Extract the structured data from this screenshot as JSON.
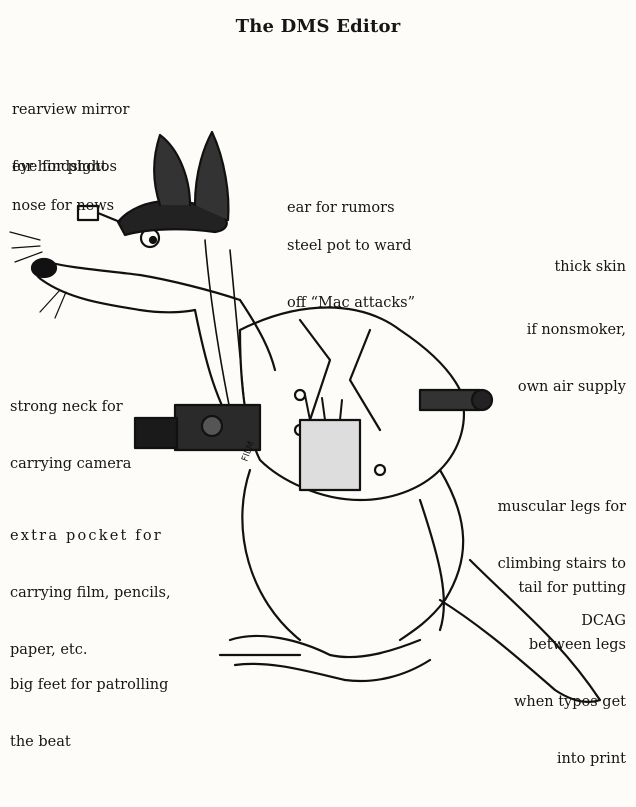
{
  "title": "The DMS Editor",
  "labels": {
    "rearview_mirror": [
      "rearview mirror",
      "for hindsight"
    ],
    "eye": [
      "eye for photos"
    ],
    "nose": [
      "nose for news"
    ],
    "ear": [
      "ear for rumors"
    ],
    "steel_pot": [
      "steel pot to ward",
      "off “Mac attacks”"
    ],
    "thick_skin": [
      "thick skin"
    ],
    "air_supply": [
      "if nonsmoker,",
      "own air supply"
    ],
    "neck": [
      "strong neck for",
      "carrying camera"
    ],
    "pocket": [
      "extra pocket for",
      "carrying film, pencils,",
      "paper, etc."
    ],
    "legs": [
      "muscular legs for",
      "climbing stairs to",
      "DCAG"
    ],
    "tail": [
      "tail for putting",
      "between legs",
      "when typos get",
      "into print"
    ],
    "feet": [
      "big feet for patrolling",
      "the beat"
    ]
  },
  "camera_text": "FILM"
}
